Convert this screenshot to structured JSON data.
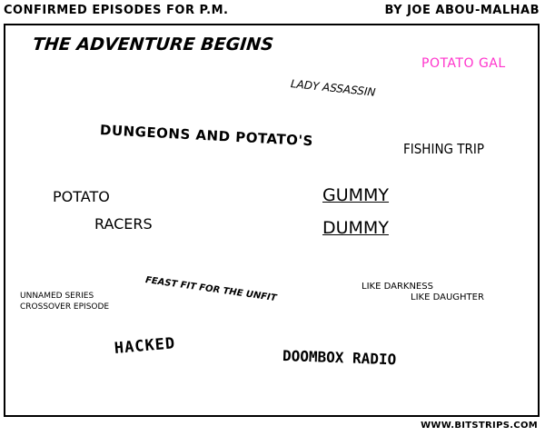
{
  "header": {
    "title": "CONFIRMED EPISODES FOR P.M.",
    "author": "BY JOE ABOU-MALHAB"
  },
  "panel": {
    "items": {
      "adventure": "THE ADVENTURE BEGINS",
      "potato_gal": "POTATO GAL",
      "lady_assassin": "LADY ASSASSIN",
      "dungeons": "DUNGEONS AND POTATO'S",
      "fishing_trip": "FISHING TRIP",
      "potato": "POTATO",
      "racers": "RACERS",
      "gummy": "GUMMY",
      "dummy": "DUMMY",
      "feast": "FEAST FIT FOR THE UNFIT",
      "unnamed_line1": "UNNAMED SERIES",
      "unnamed_line2": "CROSSOVER EPISODE",
      "like_line1": "LIKE DARKNESS",
      "like_line2": "LIKE DAUGHTER",
      "hacked": "HACKED",
      "doombox": "DOOMBOX RADIO"
    },
    "colors": {
      "potato_gal": "#ff33cc"
    }
  },
  "footer": {
    "site": "WWW.BITSTRIPS.COM"
  }
}
